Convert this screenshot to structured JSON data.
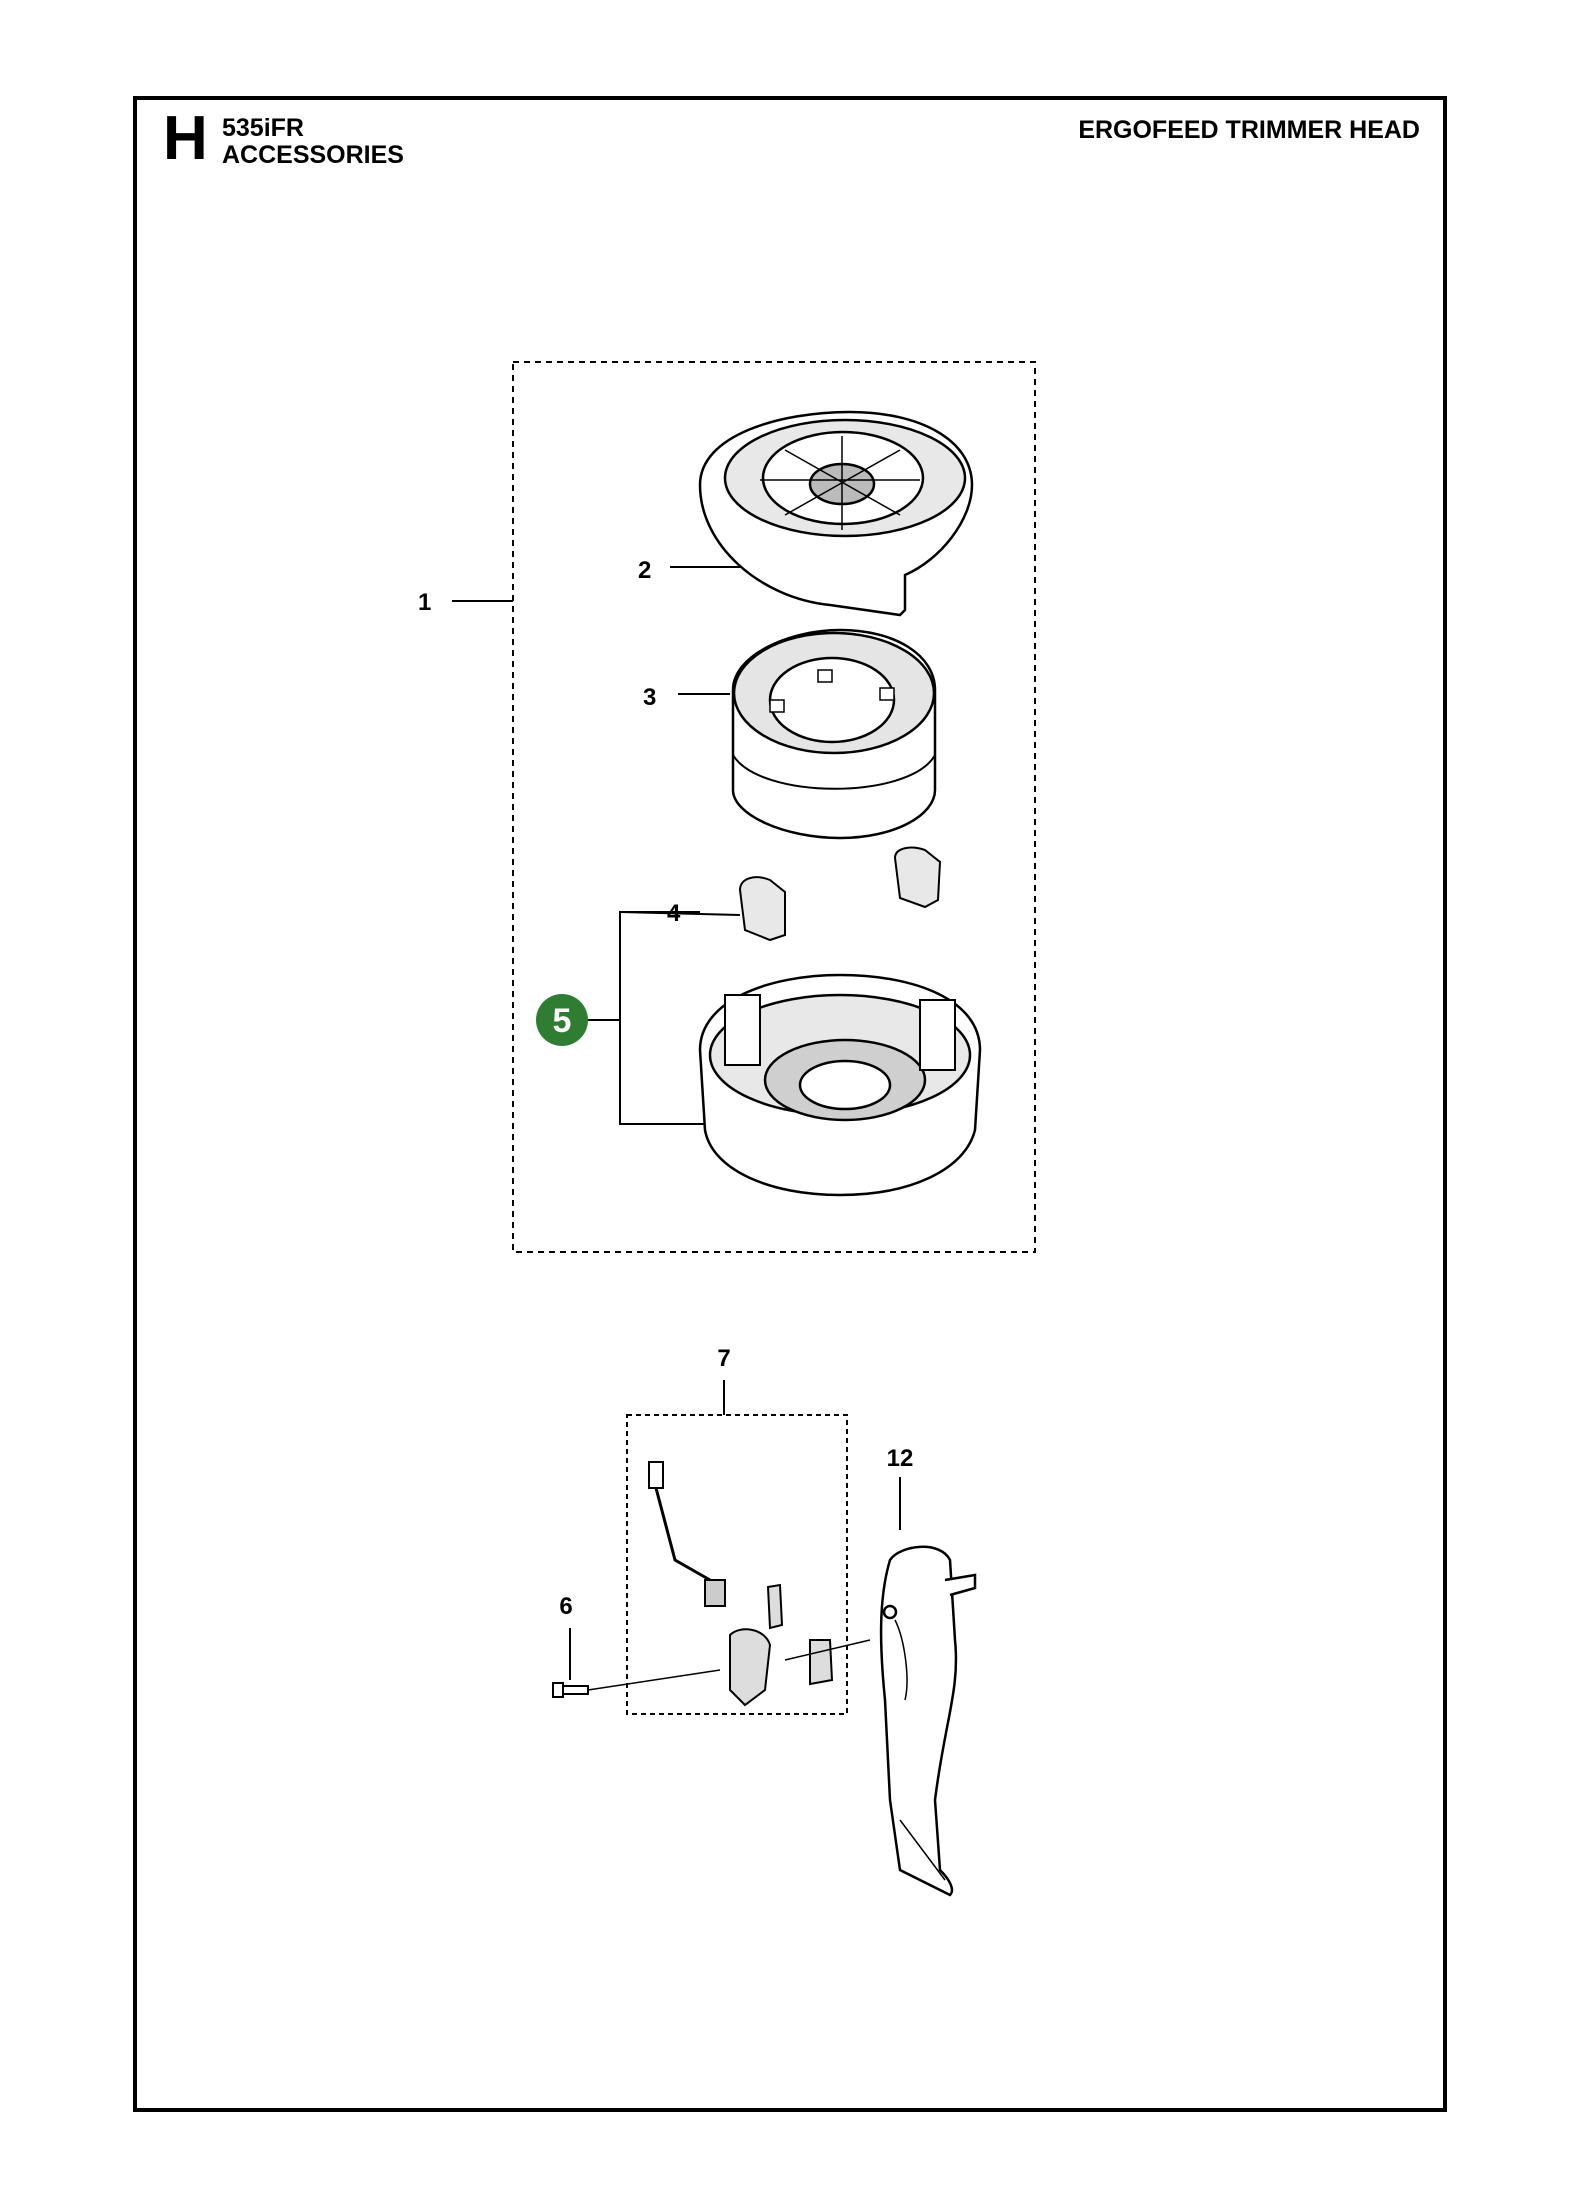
{
  "header": {
    "section_letter": "H",
    "model": "535iFR",
    "category": "ACCESSORIES",
    "title": "ERGOFEED TRIMMER HEAD"
  },
  "callouts": {
    "c1": "1",
    "c2": "2",
    "c3": "3",
    "c4": "4",
    "c5": "5",
    "c6": "6",
    "c7": "7",
    "c12": "12"
  },
  "colors": {
    "highlight": "#2e7d32",
    "line": "#000000"
  }
}
